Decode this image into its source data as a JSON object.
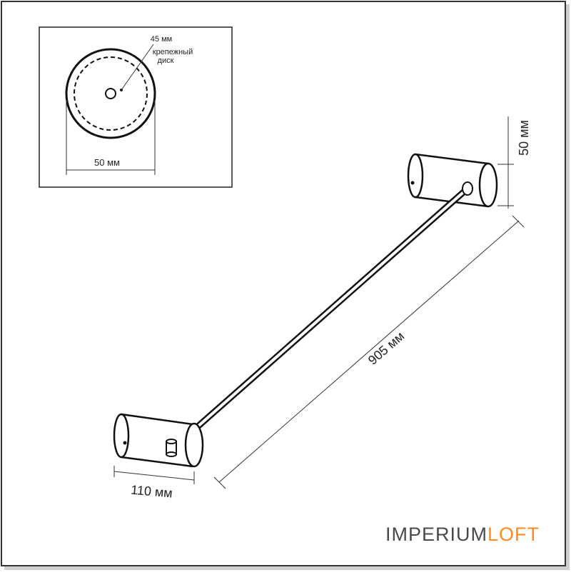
{
  "inset": {
    "disk_label": "45 мм",
    "disk_desc_1": "крепежный",
    "disk_desc_2": "диск",
    "diameter_label": "50 мм"
  },
  "dimensions": {
    "height": "50 мм",
    "length": "905 мм",
    "depth": "110 мм"
  },
  "brand": {
    "part1": "IMPERIUM",
    "part2": "LOFT",
    "color1": "#4a4a4a",
    "color2": "#ff8a1e"
  }
}
